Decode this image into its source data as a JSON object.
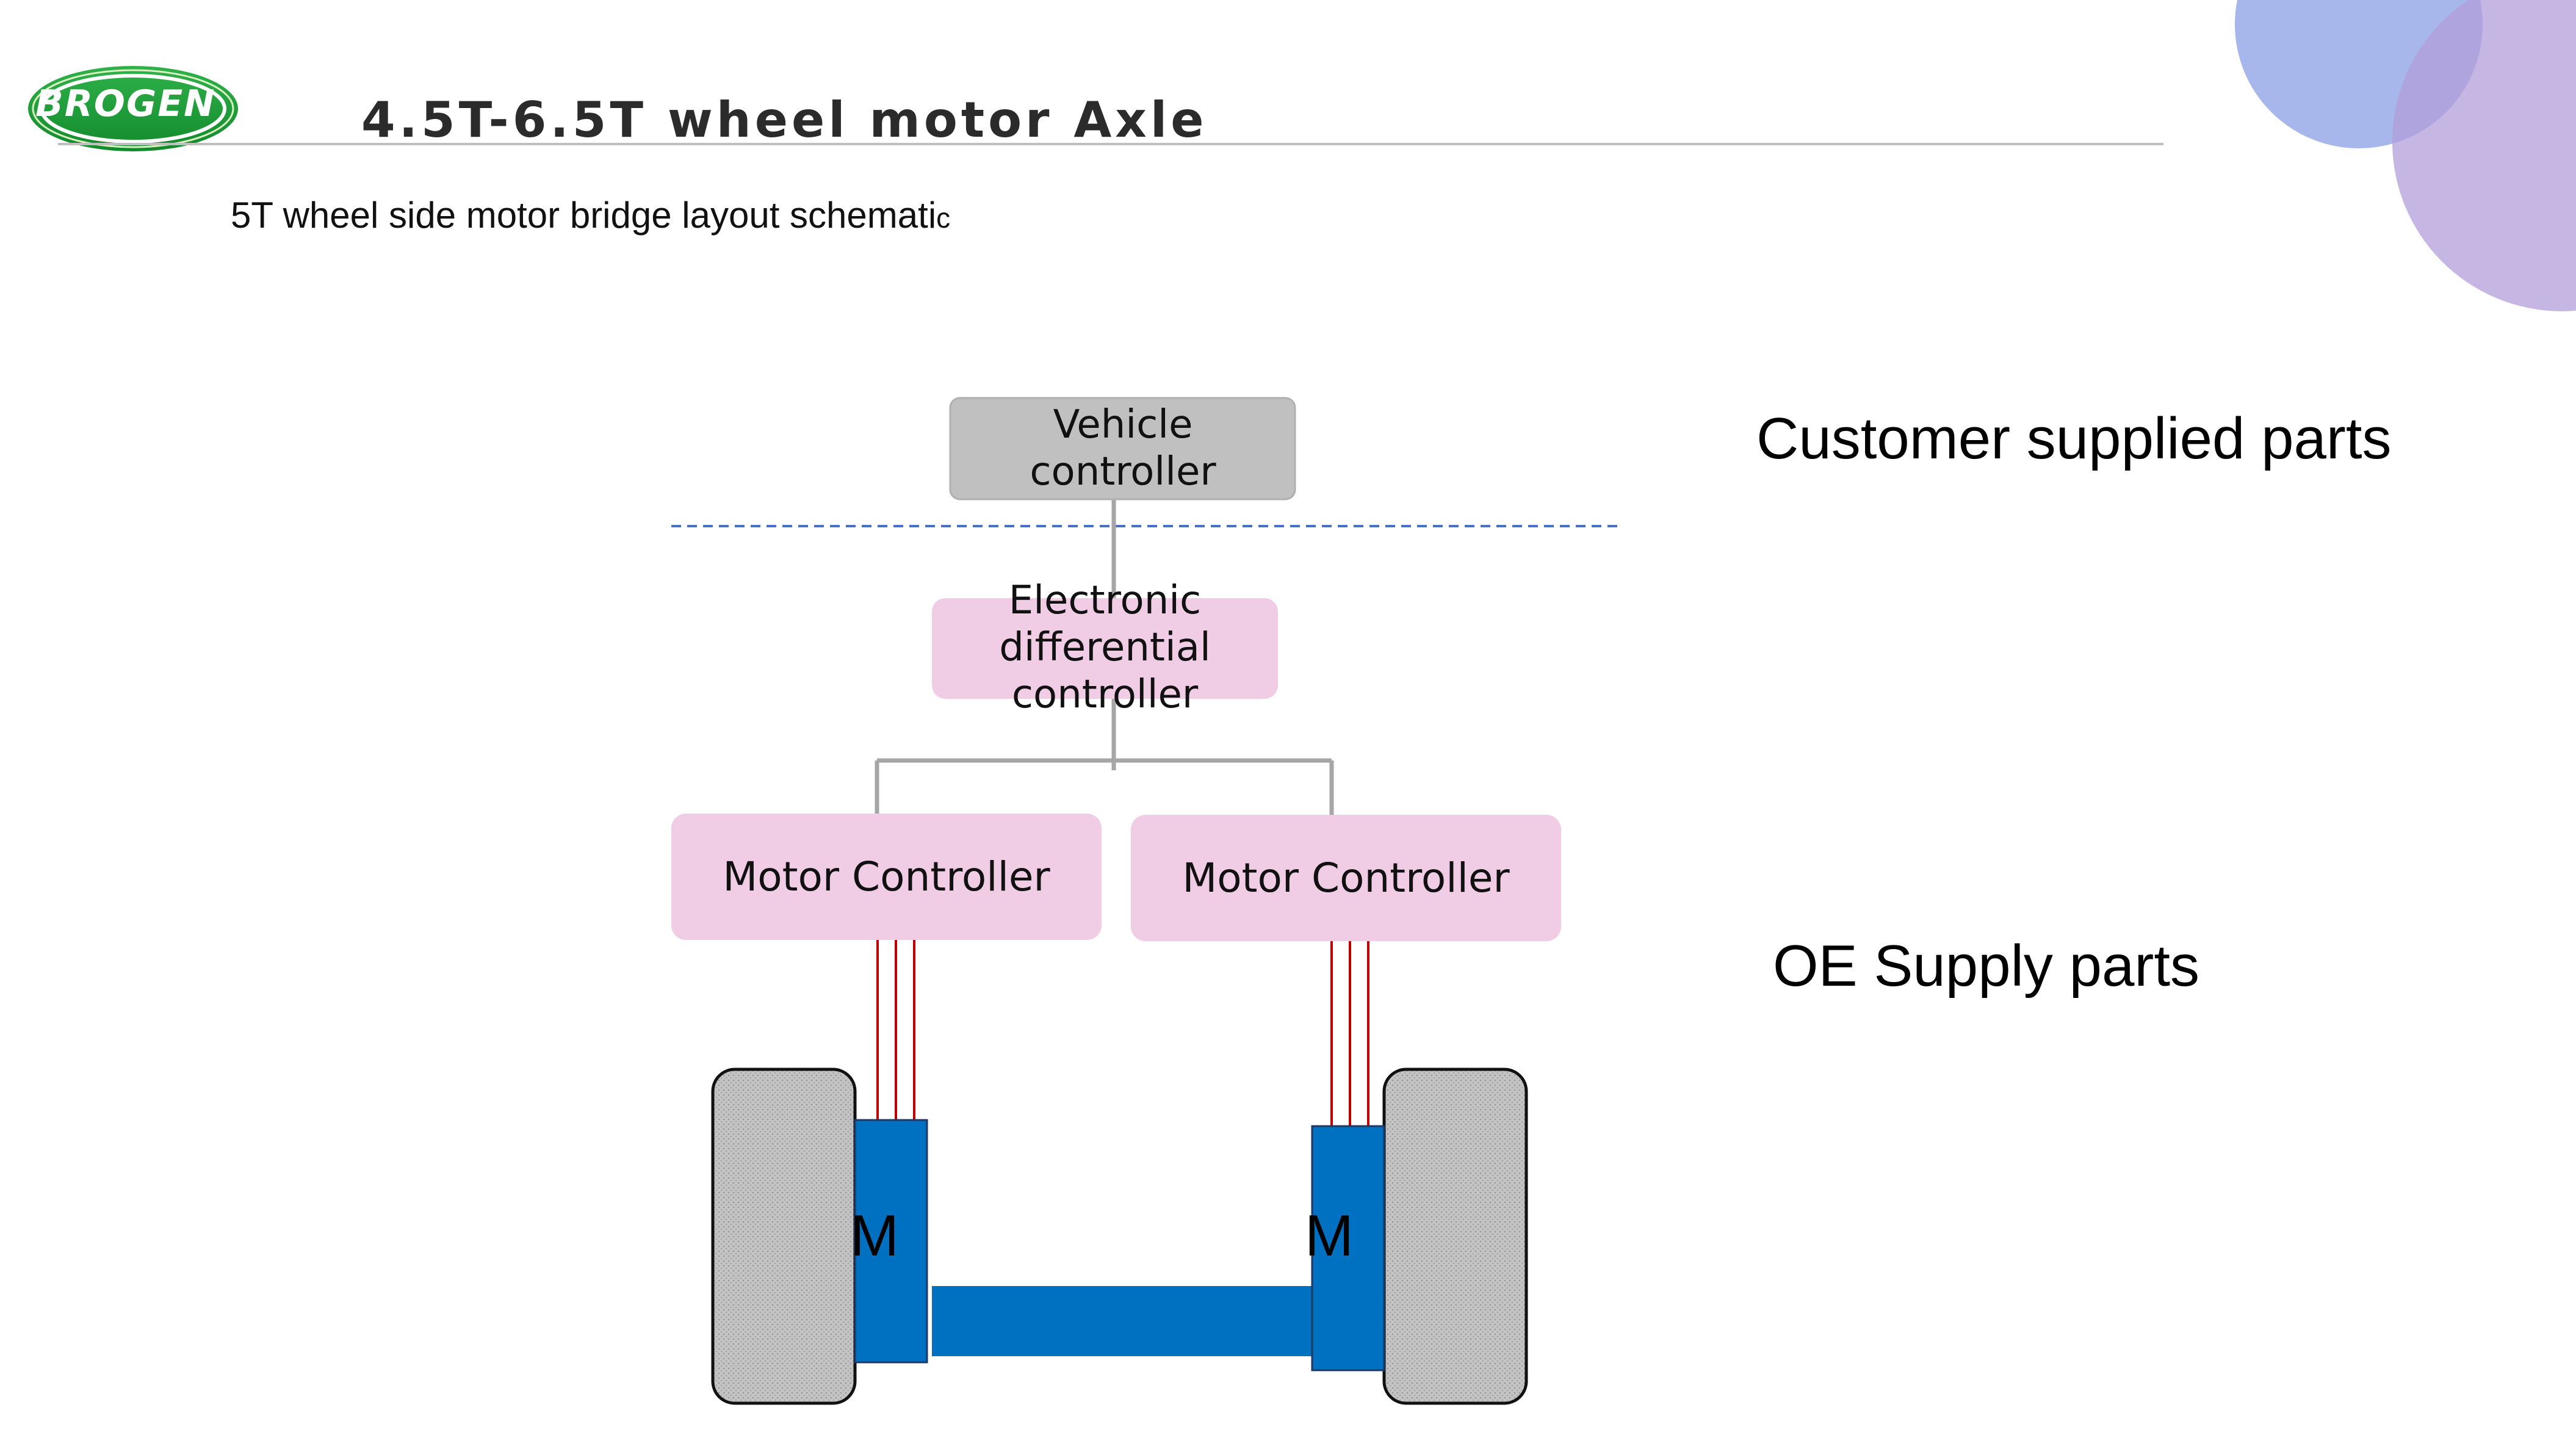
{
  "header": {
    "logo_text": "BROGEN",
    "title": "4.5T-6.5T wheel motor Axle"
  },
  "subtitle": {
    "main": "5T wheel side motor bridge layout schemati",
    "tail": "c"
  },
  "diagram": {
    "vehicle_controller": "Vehicle controller",
    "edc_line1": "Electronic",
    "edc_line2": "differential",
    "edc_line3": "controller",
    "motor_controller_left": "Motor Controller",
    "motor_controller_right": "Motor Controller",
    "motor_left": "M",
    "motor_right": "M"
  },
  "labels": {
    "customer_parts": "Customer supplied parts",
    "oe_parts": "OE Supply parts"
  },
  "colors": {
    "vehicle_box": "#c0c0c0",
    "controller_box": "#f0cce5",
    "motor": "#0070c0",
    "wheel": "#c8c8c8",
    "connector": "#a6a6a6",
    "phase_wires": "#c00000",
    "divider": "#4472c4",
    "logo_green": "#1f9e3b",
    "deco_blue": "#8ea2e6",
    "deco_purple": "#b39ddb"
  }
}
